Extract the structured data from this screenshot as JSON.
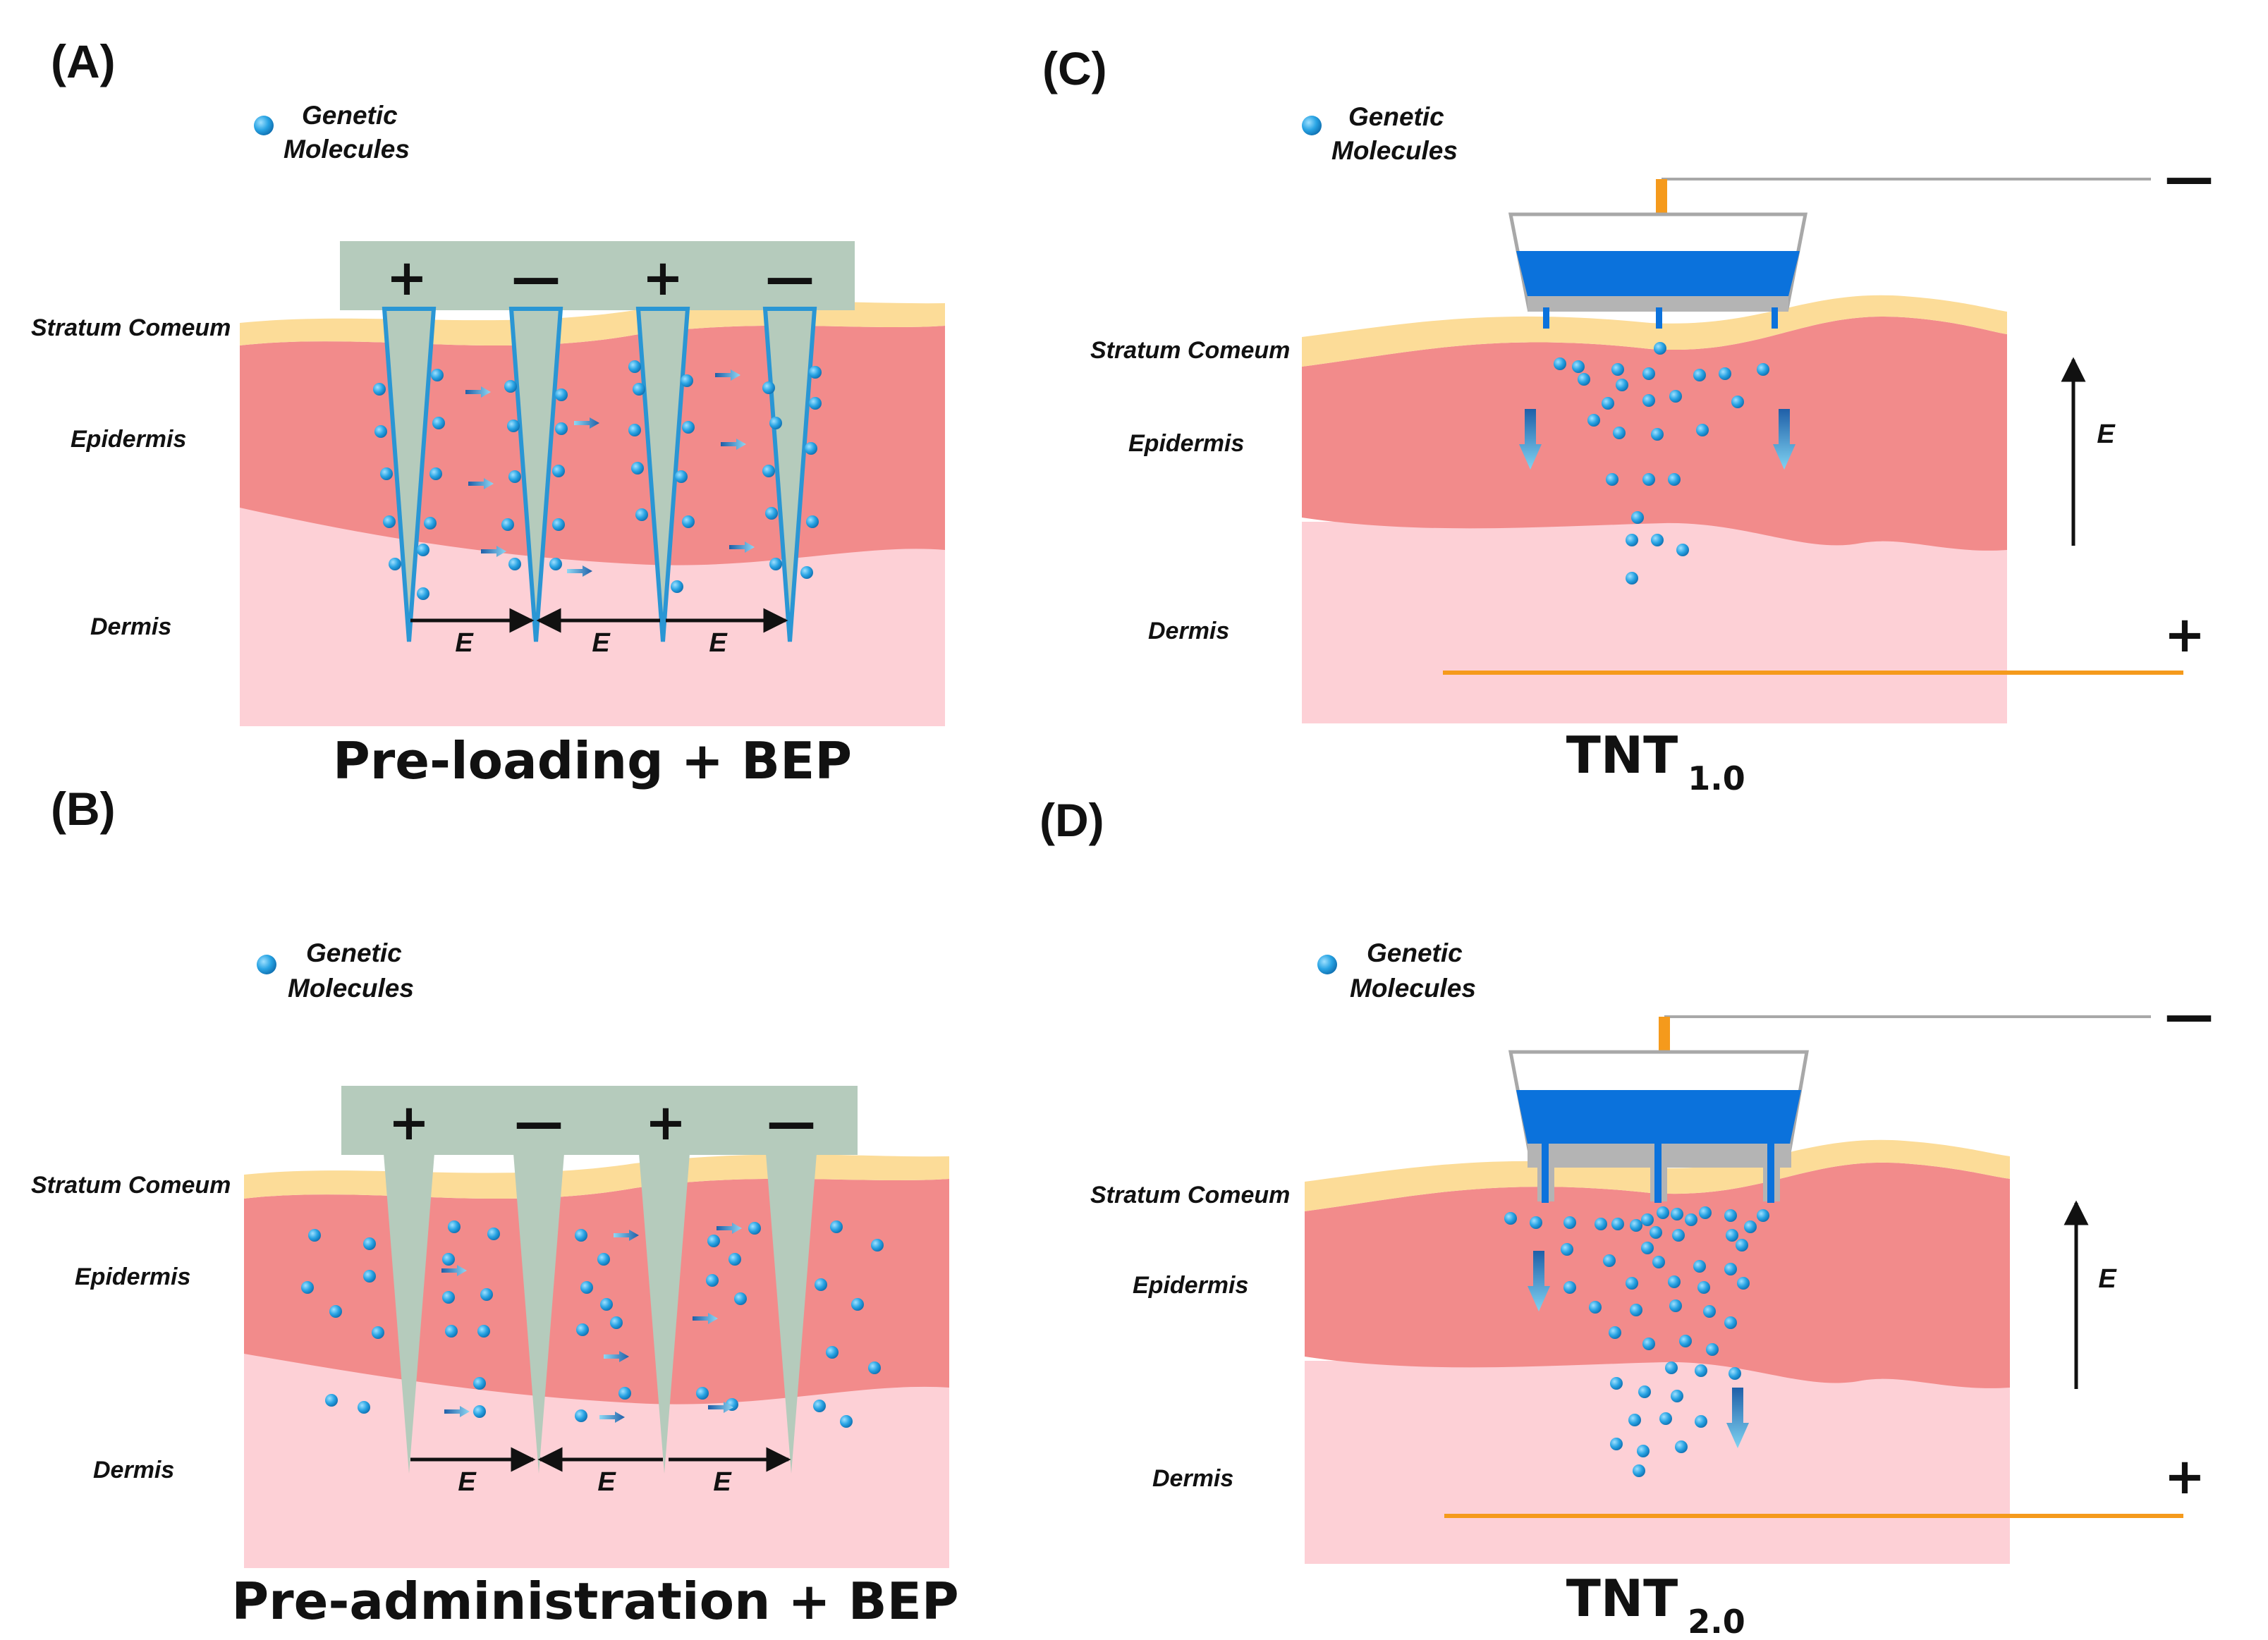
{
  "colors": {
    "corneum": "#fcdc98",
    "epidermis": "#f28b8b",
    "dermis": "#fdd0d6",
    "electrode": "#b5cbbc",
    "electrode_edge": "#2a96d4",
    "molecule": "#29a4e4",
    "reservoir": "#0b72dc",
    "wire": "#f59a1c",
    "frame": "#a8a8a8",
    "negative_sign": "#1c2d5c"
  },
  "legend": {
    "line1": "Genetic",
    "line2": "Molecules",
    "icon": "molecule-dot"
  },
  "layers": {
    "corneum": "Stratum Comeum",
    "epidermis": "Epidermis",
    "dermis": "Dermis"
  },
  "field_label": "E",
  "electrode_signs": [
    "+",
    "—",
    "+",
    "—"
  ],
  "panels": [
    {
      "id": "A",
      "tag": "(A)",
      "caption": "Pre-loading + BEP",
      "caption_sub": ""
    },
    {
      "id": "B",
      "tag": "(B)",
      "caption": "Pre-administration + BEP",
      "caption_sub": ""
    },
    {
      "id": "C",
      "tag": "(C)",
      "caption": "TNT",
      "caption_sub": "1.0",
      "top_sign": "—",
      "bottom_sign": "+"
    },
    {
      "id": "D",
      "tag": "(D)",
      "caption": "TNT",
      "caption_sub": "2.0",
      "top_sign": "—",
      "bottom_sign": "+"
    }
  ]
}
